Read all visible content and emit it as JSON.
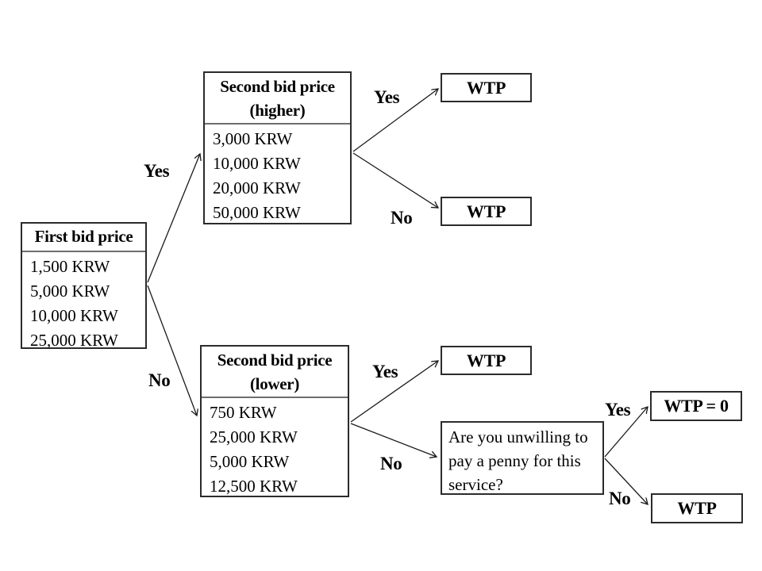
{
  "diagram": {
    "first_bid": {
      "title": "First bid price",
      "values": [
        "1,500 KRW",
        "5,000 KRW",
        "10,000 KRW",
        "25,000 KRW"
      ]
    },
    "second_bid_higher": {
      "title": "Second bid price",
      "subtitle": "(higher)",
      "values": [
        "3,000 KRW",
        "10,000 KRW",
        "20,000 KRW",
        "50,000 KRW"
      ]
    },
    "second_bid_lower": {
      "title": "Second bid price",
      "subtitle": "(lower)",
      "values": [
        "750 KRW",
        "25,000 KRW",
        "5,000 KRW",
        "12,500 KRW"
      ]
    },
    "wtp_after_higher_yes": "WTP",
    "wtp_after_higher_no": "WTP",
    "wtp_after_lower_yes": "WTP",
    "zero_bid_question": "Are you unwilling to pay a penny for this service?",
    "wtp_zero": "WTP = 0",
    "wtp_after_question_no": "WTP",
    "edge_labels": {
      "first_yes": "Yes",
      "first_no": "No",
      "higher_yes": "Yes",
      "higher_no": "No",
      "lower_yes": "Yes",
      "lower_no": "No",
      "question_yes": "Yes",
      "question_no": "No"
    },
    "colors": {
      "background": "#ffffff",
      "box_border": "#2b2b2b",
      "divider": "#6e6e6e",
      "line": "#1a1a1a",
      "text": "#000000"
    }
  }
}
